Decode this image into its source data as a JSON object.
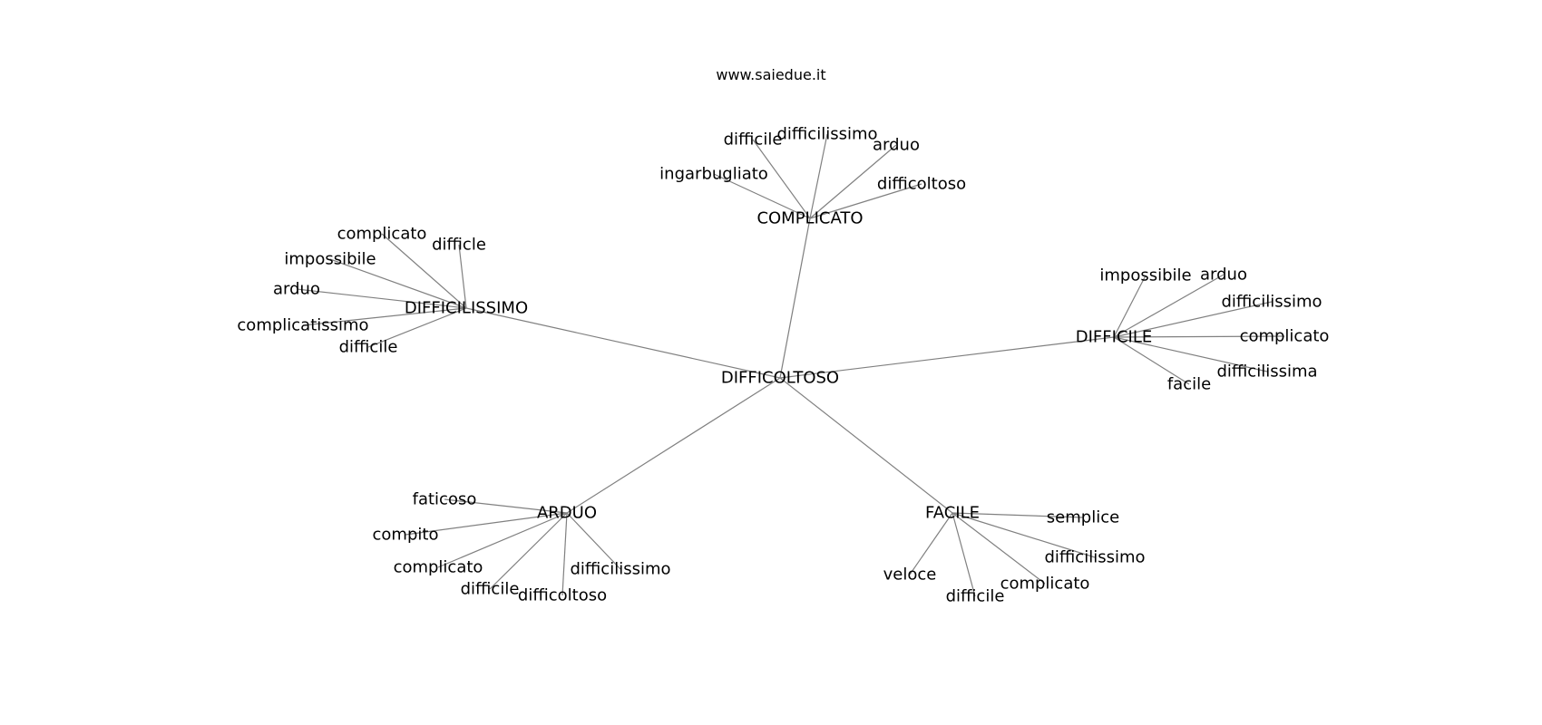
{
  "title": "www.saiedue.it",
  "edge_color": "#808080",
  "text_color": "#000000",
  "root": "DIFFICOLTOSO",
  "clusters": [
    {
      "hub": "COMPLICATO",
      "leaves": [
        "ingarbugliato",
        "difficile",
        "difficilissimo",
        "arduo",
        "difficoltoso"
      ]
    },
    {
      "hub": "DIFFICILISSIMO",
      "leaves": [
        "complicato",
        "difficle",
        "impossibile",
        "arduo",
        "complicatissimo",
        "difficile"
      ]
    },
    {
      "hub": "DIFFICILE",
      "leaves": [
        "impossibile",
        "arduo",
        "difficilissimo",
        "complicato",
        "difficilissima",
        "facile"
      ]
    },
    {
      "hub": "ARDUO",
      "leaves": [
        "faticoso",
        "compito",
        "complicato",
        "difficile",
        "difficoltoso",
        "difficilissimo"
      ]
    },
    {
      "hub": "FACILE",
      "leaves": [
        "semplice",
        "difficilissimo",
        "complicato",
        "difficile",
        "veloce"
      ]
    }
  ]
}
